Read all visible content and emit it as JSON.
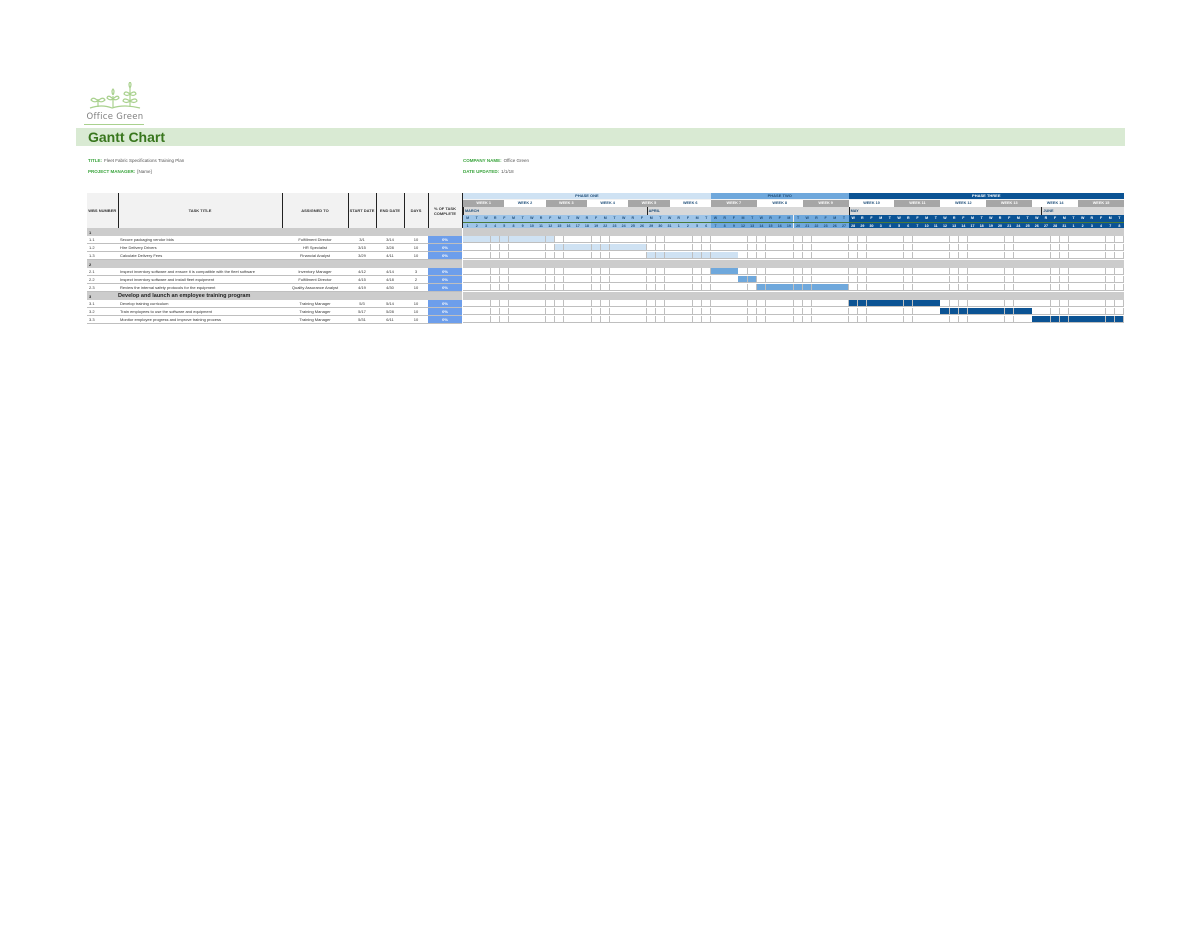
{
  "logo": {
    "text": "Office Green",
    "icon": "sprout-plants-icon",
    "color": "#a9d18e"
  },
  "header": {
    "title": "Gantt Chart",
    "bar_color": "#d9ead3",
    "title_color": "#38761d"
  },
  "project_info": {
    "title_label": "TITLE:",
    "title_value": "Fleet Fabric Specifications Training Plan",
    "manager_label": "PROJECT MANAGER:",
    "manager_value": "[Name]",
    "company_label": "COMPANY NAME:",
    "company_value": "Office Green",
    "date_label": "DATE UPDATED:",
    "date_value": "1/1/18"
  },
  "table": {
    "columns": [
      "WBS NUMBER",
      "TASK TITLE",
      "ASSIGNED TO",
      "START DATE",
      "END DATE",
      "DAYS",
      "% OF TASK COMPLETE"
    ],
    "sections": [
      {
        "wbs": "1",
        "title": "",
        "tasks": [
          {
            "wbs": "1.1",
            "task": "Secure packaging vendor bids",
            "owner": "Fulfillment Director",
            "start": "3/1",
            "end": "3/14",
            "days": "10",
            "pct": "0%",
            "bar_start": 0,
            "bar_len": 10,
            "bar_color": "#cfe2f3"
          },
          {
            "wbs": "1.2",
            "task": "Hire Delivery Drivers",
            "owner": "HR Specialist",
            "start": "3/15",
            "end": "3/28",
            "days": "10",
            "pct": "0%",
            "bar_start": 10,
            "bar_len": 10,
            "bar_color": "#cfe2f3"
          },
          {
            "wbs": "1.3",
            "task": "Calculate Delivery Fees",
            "owner": "Financial Analyst",
            "start": "3/29",
            "end": "4/11",
            "days": "10",
            "pct": "0%",
            "bar_start": 20,
            "bar_len": 10,
            "bar_color": "#cfe2f3"
          }
        ]
      },
      {
        "wbs": "2",
        "title": "",
        "tasks": [
          {
            "wbs": "2.1",
            "task": "Inspect inventory software and ensure it is compatible with the fleet software",
            "owner": "Inventory Manager",
            "start": "4/12",
            "end": "4/14",
            "days": "3",
            "pct": "0%",
            "bar_start": 27,
            "bar_len": 3,
            "bar_color": "#6fa8dc"
          },
          {
            "wbs": "2.2",
            "task": "Inspect inventory software and install fleet equipment",
            "owner": "Fulfillment Director",
            "start": "4/15",
            "end": "4/18",
            "days": "2",
            "pct": "0%",
            "bar_start": 30,
            "bar_len": 2,
            "bar_color": "#6fa8dc"
          },
          {
            "wbs": "2.3",
            "task": "Review the internal safety protocols for the equipment",
            "owner": "Quality Assurance Analyst",
            "start": "4/19",
            "end": "4/30",
            "days": "10",
            "pct": "0%",
            "bar_start": 32,
            "bar_len": 10,
            "bar_color": "#6fa8dc"
          }
        ]
      },
      {
        "wbs": "3",
        "title": "Develop and launch an employee training program",
        "tasks": [
          {
            "wbs": "3.1",
            "task": "Develop training curriculum",
            "owner": "Training Manager",
            "start": "5/3",
            "end": "5/14",
            "days": "10",
            "pct": "0%",
            "bar_start": 42,
            "bar_len": 10,
            "bar_color": "#0b5394"
          },
          {
            "wbs": "3.2",
            "task": "Train employees to use the software and equipment",
            "owner": "Training Manager",
            "start": "5/17",
            "end": "5/28",
            "days": "10",
            "pct": "0%",
            "bar_start": 52,
            "bar_len": 10,
            "bar_color": "#0b5394"
          },
          {
            "wbs": "3.3",
            "task": "Monitor employee progress and improve training process",
            "owner": "Training Manager",
            "start": "5/31",
            "end": "6/11",
            "days": "10",
            "pct": "0%",
            "bar_start": 62,
            "bar_len": 10,
            "bar_color": "#0b5394"
          }
        ]
      }
    ]
  },
  "timeline": {
    "day_count": 72,
    "phases": [
      {
        "label": "PHASE ONE",
        "start": 0,
        "len": 27,
        "color": "#cfe2f3",
        "text_color": "#1f4e79",
        "day_color": "#9fc5e8"
      },
      {
        "label": "PHASE TWO",
        "start": 27,
        "len": 15,
        "color": "#6fa8dc",
        "text_color": "#1f4e79",
        "day_color": "#6fa8dc"
      },
      {
        "label": "PHASE THREE",
        "start": 42,
        "len": 30,
        "color": "#0b5394",
        "text_color": "#ffffff",
        "day_color": "#0b5394"
      }
    ],
    "weeks": [
      "WEEK 1",
      "WEEK 2",
      "WEEK 3",
      "WEEK 4",
      "WEEK 5",
      "WEEK 6",
      "WEEK 7",
      "WEEK 8",
      "WEEK 9",
      "WEEK 10",
      "WEEK 11",
      "WEEK 12",
      "WEEK 13",
      "WEEK 14",
      "WEEK 15"
    ],
    "months": [
      {
        "label": "MARCH",
        "start": 0
      },
      {
        "label": "APRIL",
        "start": 20
      },
      {
        "label": "MAY",
        "start": 42
      },
      {
        "label": "JUNE",
        "start": 63
      }
    ],
    "day_letters": [
      "M",
      "T",
      "W",
      "R",
      "F"
    ],
    "day_numbers": [
      "1",
      "2",
      "3",
      "4",
      "5",
      "8",
      "9",
      "10",
      "11",
      "12",
      "15",
      "16",
      "17",
      "18",
      "19",
      "22",
      "23",
      "24",
      "25",
      "26",
      "29",
      "30",
      "31",
      "1",
      "2",
      "5",
      "6",
      "7",
      "8",
      "9",
      "12",
      "13",
      "14",
      "15",
      "16",
      "19",
      "20",
      "21",
      "22",
      "23",
      "26",
      "27",
      "28",
      "29",
      "30",
      "3",
      "4",
      "5",
      "6",
      "7",
      "10",
      "11",
      "12",
      "13",
      "14",
      "17",
      "18",
      "19",
      "20",
      "21",
      "24",
      "25",
      "26",
      "27",
      "28",
      "31",
      "1",
      "2",
      "3",
      "4",
      "7",
      "8"
    ]
  }
}
